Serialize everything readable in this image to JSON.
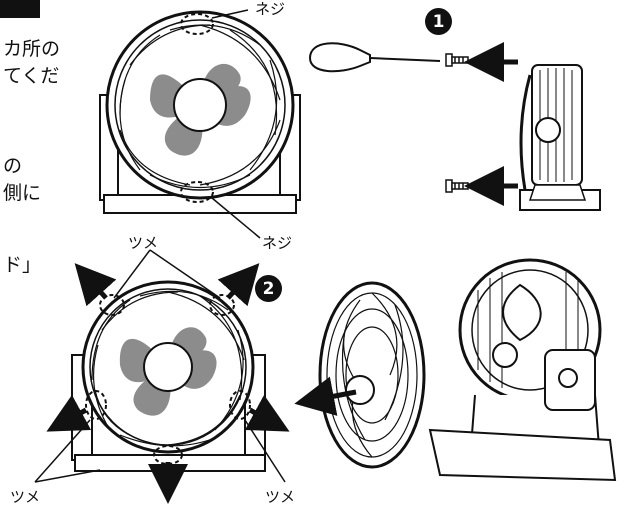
{
  "instructions": {
    "line1": "カ所の",
    "line2": "てくだ",
    "line3": "の",
    "line4": "側に",
    "line5": "ド」"
  },
  "labels": {
    "screw_top": "ネジ",
    "screw_bottom": "ネジ",
    "claw_top": "ツメ",
    "claw_bottom_left": "ツメ",
    "claw_bottom_right": "ツメ"
  },
  "steps": {
    "step1": "1",
    "step2": "2"
  },
  "colors": {
    "line": "#111111",
    "blade_fill": "#8c8c8c",
    "arrow": "#111111"
  }
}
